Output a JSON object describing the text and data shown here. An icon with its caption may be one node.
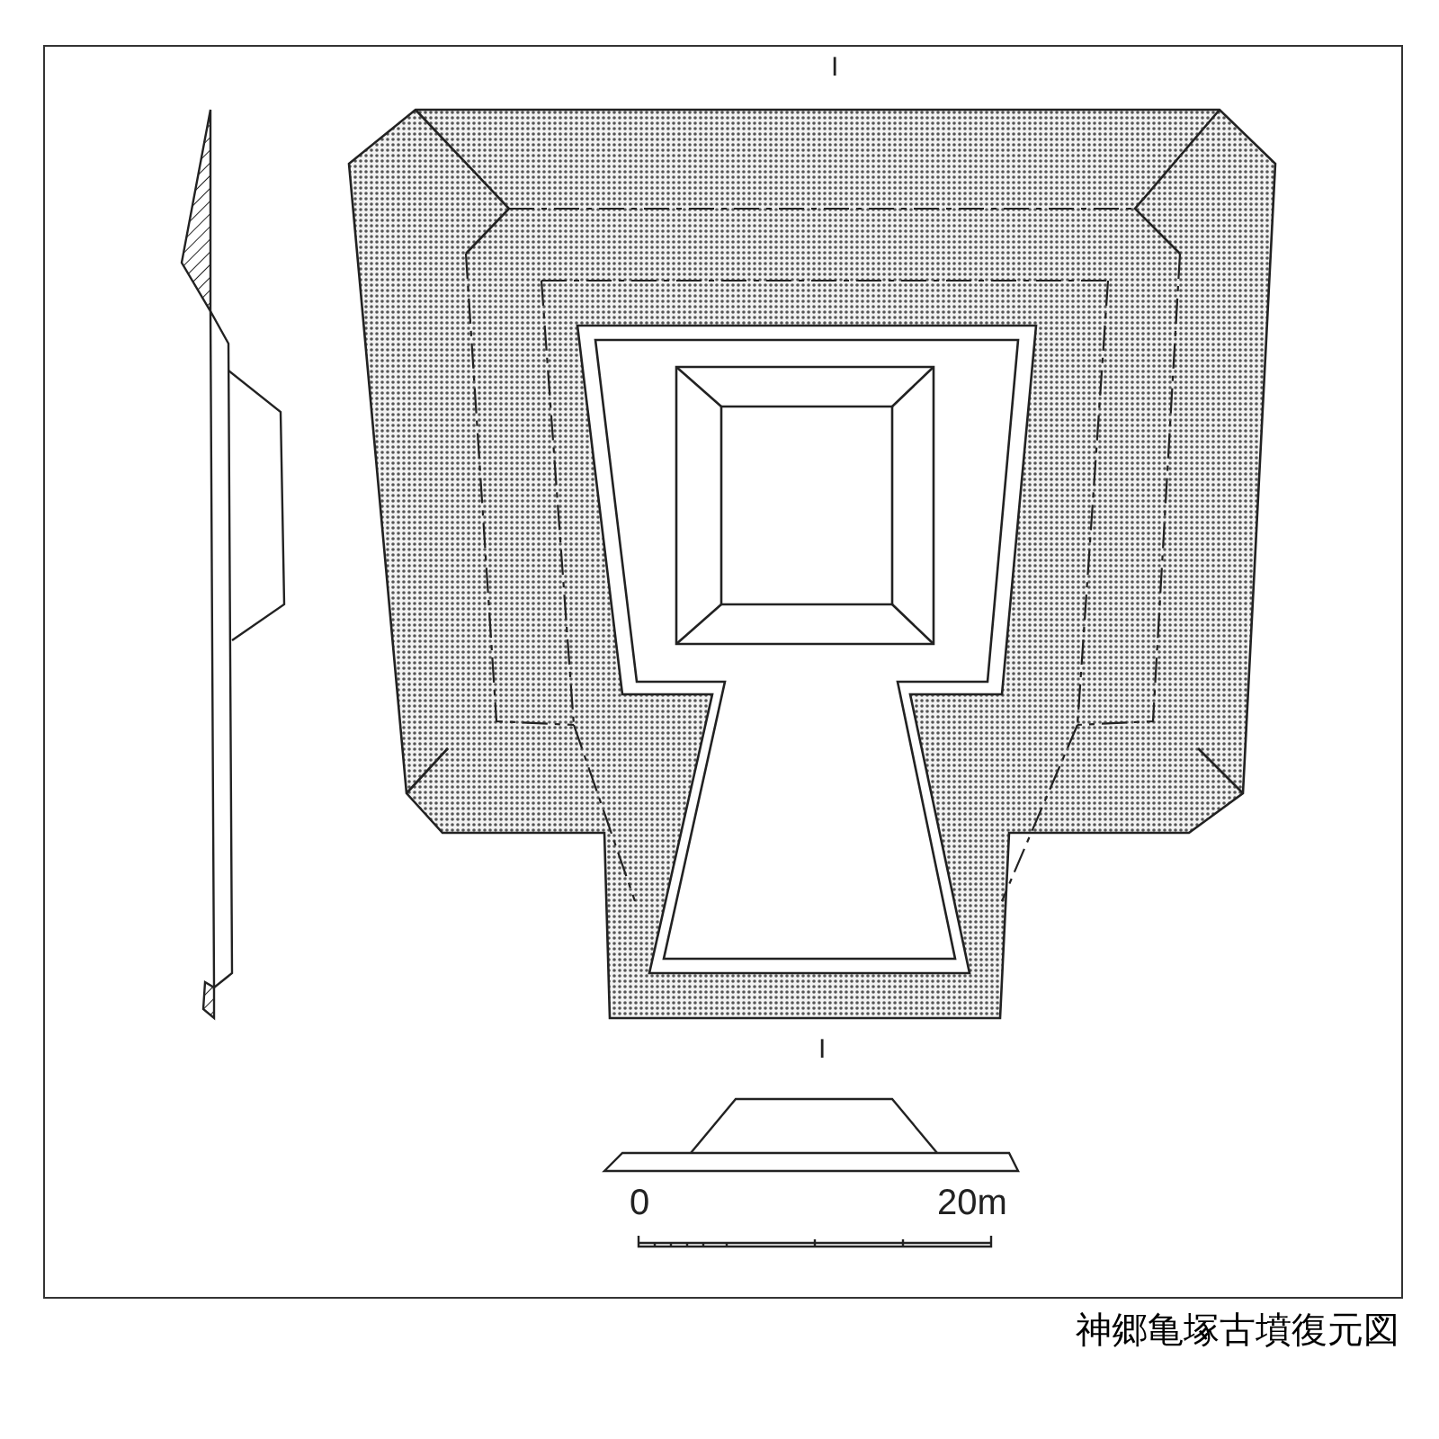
{
  "diagram": {
    "caption": "神郷亀塚古墳復元図",
    "labels": [
      "I",
      "I",
      "0",
      "20m"
    ]
  }
}
